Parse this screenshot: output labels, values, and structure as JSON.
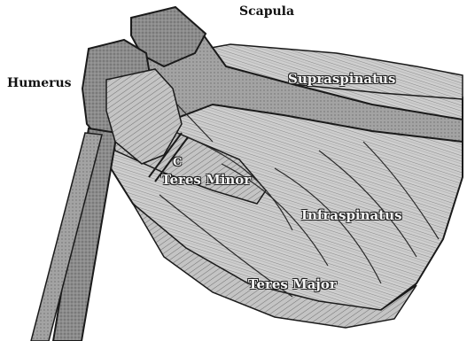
{
  "labels": {
    "scapula": "Scapula",
    "humerus": "Humerus",
    "supraspinatus": "Supraspinatus",
    "teres_minor": "Teres Minor",
    "infraspinatus": "Infraspinatus",
    "teres_major": "Teres Major",
    "marker_c": "C"
  },
  "colors": {
    "bone": "#8a8a8a",
    "bone_dark": "#5a5a5a",
    "muscle": "#c9c9c9",
    "muscle_fiber": "#7a7a7a",
    "outline": "#1a1a1a"
  }
}
